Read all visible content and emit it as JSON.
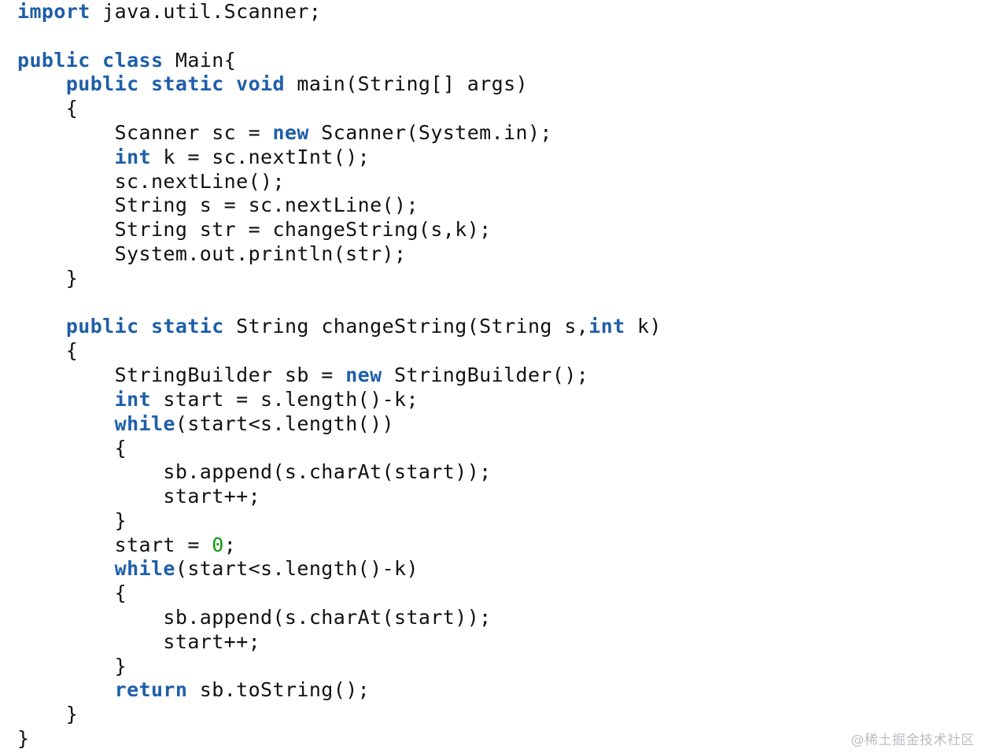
{
  "code": {
    "language": "java",
    "colors": {
      "keyword": "#1f5fa8",
      "number": "#0c9a0c",
      "text": "#111111",
      "background": "#ffffff"
    },
    "lines": [
      {
        "n": 1,
        "tokens": [
          [
            "kw",
            "import"
          ],
          [
            "p",
            " java.util.Scanner;"
          ]
        ]
      },
      {
        "n": 2,
        "tokens": []
      },
      {
        "n": 3,
        "tokens": [
          [
            "kw",
            "public"
          ],
          [
            "p",
            " "
          ],
          [
            "kw",
            "class"
          ],
          [
            "p",
            " Main{"
          ]
        ]
      },
      {
        "n": 4,
        "tokens": [
          [
            "p",
            "    "
          ],
          [
            "kw",
            "public"
          ],
          [
            "p",
            " "
          ],
          [
            "kw",
            "static"
          ],
          [
            "p",
            " "
          ],
          [
            "kw",
            "void"
          ],
          [
            "p",
            " main(String[] args)"
          ]
        ]
      },
      {
        "n": 5,
        "tokens": [
          [
            "p",
            "    {"
          ]
        ]
      },
      {
        "n": 6,
        "tokens": [
          [
            "p",
            "        Scanner sc = "
          ],
          [
            "kw",
            "new"
          ],
          [
            "p",
            " Scanner(System.in);"
          ]
        ]
      },
      {
        "n": 7,
        "tokens": [
          [
            "p",
            "        "
          ],
          [
            "kw",
            "int"
          ],
          [
            "p",
            " k = sc.nextInt();"
          ]
        ]
      },
      {
        "n": 8,
        "tokens": [
          [
            "p",
            "        sc.nextLine();"
          ]
        ]
      },
      {
        "n": 9,
        "tokens": [
          [
            "p",
            "        String s = sc.nextLine();"
          ]
        ]
      },
      {
        "n": 10,
        "tokens": [
          [
            "p",
            "        String str = changeString(s,k);"
          ]
        ]
      },
      {
        "n": 11,
        "tokens": [
          [
            "p",
            "        System.out.println(str);"
          ]
        ]
      },
      {
        "n": 12,
        "tokens": [
          [
            "p",
            "    }"
          ]
        ]
      },
      {
        "n": 13,
        "tokens": []
      },
      {
        "n": 14,
        "tokens": [
          [
            "p",
            "    "
          ],
          [
            "kw",
            "public"
          ],
          [
            "p",
            " "
          ],
          [
            "kw",
            "static"
          ],
          [
            "p",
            " String changeString(String s,"
          ],
          [
            "kw",
            "int"
          ],
          [
            "p",
            " k)"
          ]
        ]
      },
      {
        "n": 15,
        "tokens": [
          [
            "p",
            "    {"
          ]
        ]
      },
      {
        "n": 16,
        "tokens": [
          [
            "p",
            "        StringBuilder sb = "
          ],
          [
            "kw",
            "new"
          ],
          [
            "p",
            " StringBuilder();"
          ]
        ]
      },
      {
        "n": 17,
        "tokens": [
          [
            "p",
            "        "
          ],
          [
            "kw",
            "int"
          ],
          [
            "p",
            " start = s.length()-k;"
          ]
        ]
      },
      {
        "n": 18,
        "tokens": [
          [
            "p",
            "        "
          ],
          [
            "kw",
            "while"
          ],
          [
            "p",
            "(start<s.length())"
          ]
        ]
      },
      {
        "n": 19,
        "tokens": [
          [
            "p",
            "        {"
          ]
        ]
      },
      {
        "n": 20,
        "tokens": [
          [
            "p",
            "            sb.append(s.charAt(start));"
          ]
        ]
      },
      {
        "n": 21,
        "tokens": [
          [
            "p",
            "            start++;"
          ]
        ]
      },
      {
        "n": 22,
        "tokens": [
          [
            "p",
            "        }"
          ]
        ]
      },
      {
        "n": 23,
        "tokens": [
          [
            "p",
            "        start = "
          ],
          [
            "num",
            "0"
          ],
          [
            "p",
            ";"
          ]
        ]
      },
      {
        "n": 24,
        "tokens": [
          [
            "p",
            "        "
          ],
          [
            "kw",
            "while"
          ],
          [
            "p",
            "(start<s.length()-k)"
          ]
        ]
      },
      {
        "n": 25,
        "tokens": [
          [
            "p",
            "        {"
          ]
        ]
      },
      {
        "n": 26,
        "tokens": [
          [
            "p",
            "            sb.append(s.charAt(start));"
          ]
        ]
      },
      {
        "n": 27,
        "tokens": [
          [
            "p",
            "            start++;"
          ]
        ]
      },
      {
        "n": 28,
        "tokens": [
          [
            "p",
            "        }"
          ]
        ]
      },
      {
        "n": 29,
        "tokens": [
          [
            "p",
            "        "
          ],
          [
            "kw",
            "return"
          ],
          [
            "p",
            " sb.toString();"
          ]
        ]
      },
      {
        "n": 30,
        "tokens": [
          [
            "p",
            "    }"
          ]
        ]
      },
      {
        "n": 31,
        "tokens": [
          [
            "p",
            "}"
          ]
        ]
      }
    ]
  },
  "watermark": "@稀土掘金技术社区"
}
